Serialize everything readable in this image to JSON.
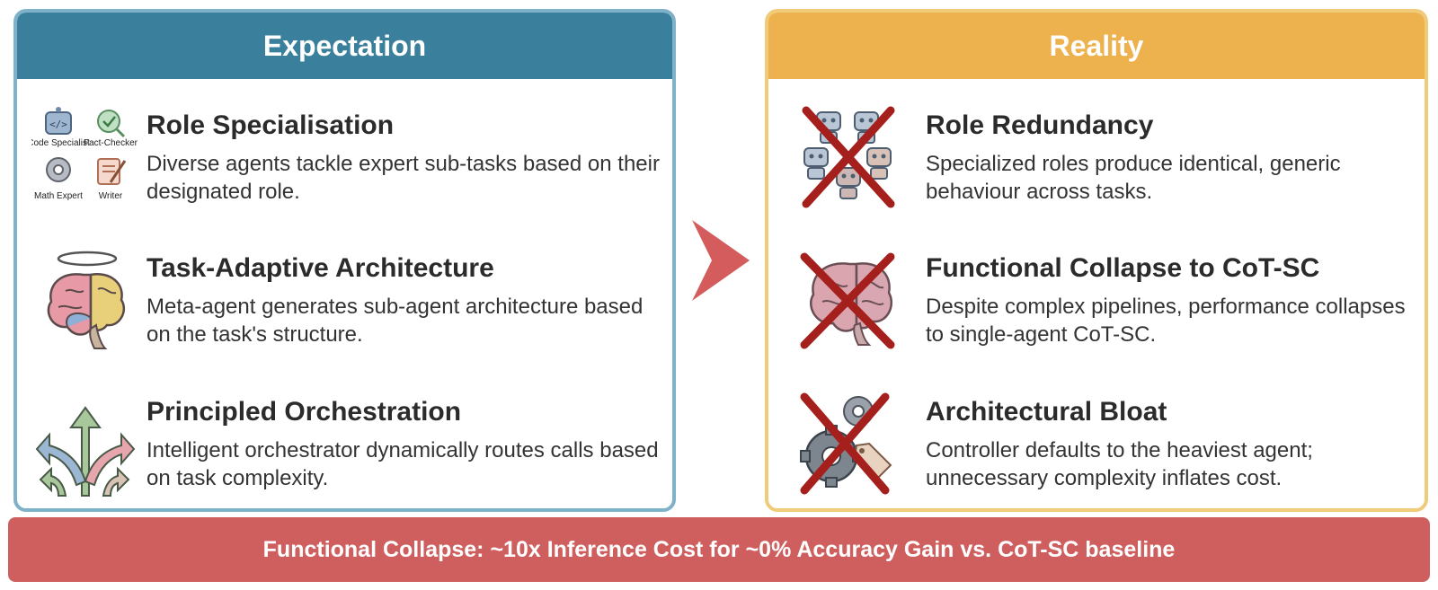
{
  "colors": {
    "expectation_header": "#3a7f9b",
    "expectation_border": "#7fb1c8",
    "reality_header": "#edb24d",
    "reality_border": "#f0cb7a",
    "arrow": "#d45c5c",
    "banner": "#cf5f5f",
    "cross": "#a5201c"
  },
  "expectation": {
    "title": "Expectation",
    "items": [
      {
        "icon": "role-agents-icon",
        "icon_labels": [
          "Code Specialist",
          "Fact-Checker",
          "Math Expert",
          "Writer"
        ],
        "title": "Role Specialisation",
        "desc": "Diverse agents tackle expert sub-tasks based on their designated role."
      },
      {
        "icon": "haloed-brain-icon",
        "title": "Task-Adaptive Architecture",
        "desc": "Meta-agent generates sub-agent architecture based on the task's structure."
      },
      {
        "icon": "branching-arrows-icon",
        "title": "Principled Orchestration",
        "desc": "Intelligent orchestrator dynamically routes calls based on task complexity."
      }
    ]
  },
  "reality": {
    "title": "Reality",
    "items": [
      {
        "icon": "crossed-robots-icon",
        "title": "Role Redundancy",
        "desc": "Specialized roles produce identical, generic behaviour across tasks."
      },
      {
        "icon": "crossed-brain-icon",
        "title": "Functional Collapse to CoT-SC",
        "desc": "Despite complex pipelines, performance collapses to single-agent CoT-SC."
      },
      {
        "icon": "crossed-gears-icon",
        "title": "Architectural Bloat",
        "desc": "Controller defaults to the heaviest agent; unnecessary complexity inflates cost."
      }
    ]
  },
  "transition_icon": "chevron-right-icon",
  "banner": {
    "text": "Functional Collapse: ~10x Inference Cost for ~0% Accuracy Gain vs. CoT-SC baseline"
  }
}
